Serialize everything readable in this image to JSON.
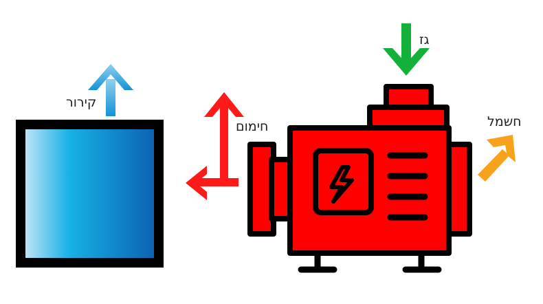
{
  "labels": {
    "cooling": "קירור",
    "heating": "חימום",
    "gas": "גז",
    "electricity": "חשמל"
  },
  "colors": {
    "cooling_arrow_top": "#8fd0f0",
    "cooling_arrow_bottom": "#1493d6",
    "heating_arrow": "#ff1a1a",
    "gas_arrow": "#13b13a",
    "electricity_arrow": "#f7a21b",
    "generator_body": "#ff0000",
    "outline": "#000000",
    "tank_left": "#cfe8f8",
    "tank_mid": "#17b2e6",
    "tank_right": "#0a5fb0"
  },
  "icons": {
    "generator": "generator-icon",
    "cold_tank": "cold-storage-tank-icon",
    "bolt": "lightning-bolt-icon"
  }
}
